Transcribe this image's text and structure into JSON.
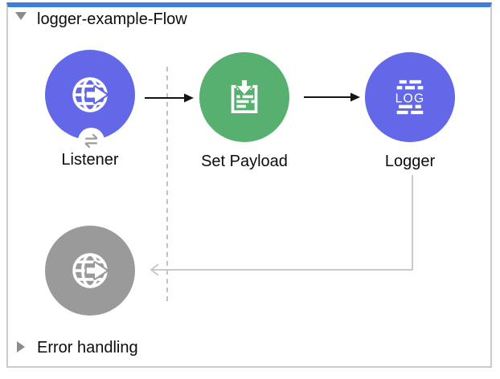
{
  "flow": {
    "title": "logger-example-Flow",
    "expanded": true,
    "error_handling": {
      "label": "Error handling",
      "expanded": false
    }
  },
  "nodes": {
    "listener": {
      "label": "Listener",
      "color": "#6268e8",
      "icon": "http-listener-globe-icon",
      "badge_icon": "message-exchange-icon"
    },
    "set_payload": {
      "label": "Set Payload",
      "color": "#58b070",
      "icon": "set-payload-inbox-icon"
    },
    "logger": {
      "label": "Logger",
      "color": "#6268e8",
      "icon": "logger-bars-icon",
      "icon_text": "LOG"
    },
    "response": {
      "color": "#9a9a9a",
      "icon": "http-response-globe-icon"
    }
  },
  "connections": [
    {
      "from": "listener",
      "to": "set_payload",
      "style": "message-arrow-black"
    },
    {
      "from": "set_payload",
      "to": "logger",
      "style": "message-arrow-black"
    },
    {
      "from": "logger",
      "to": "response",
      "style": "response-return-gray"
    }
  ],
  "colors": {
    "selection_bar": "#3c7edb",
    "panel_border": "#cbcbcb",
    "black_connector": "#141414",
    "gray_connector": "#c9c9c9",
    "dashed_divider": "#c2c2c2",
    "disclosure_triangle": "#8b8b8b",
    "badge_glyph": "#9b9b9b"
  }
}
